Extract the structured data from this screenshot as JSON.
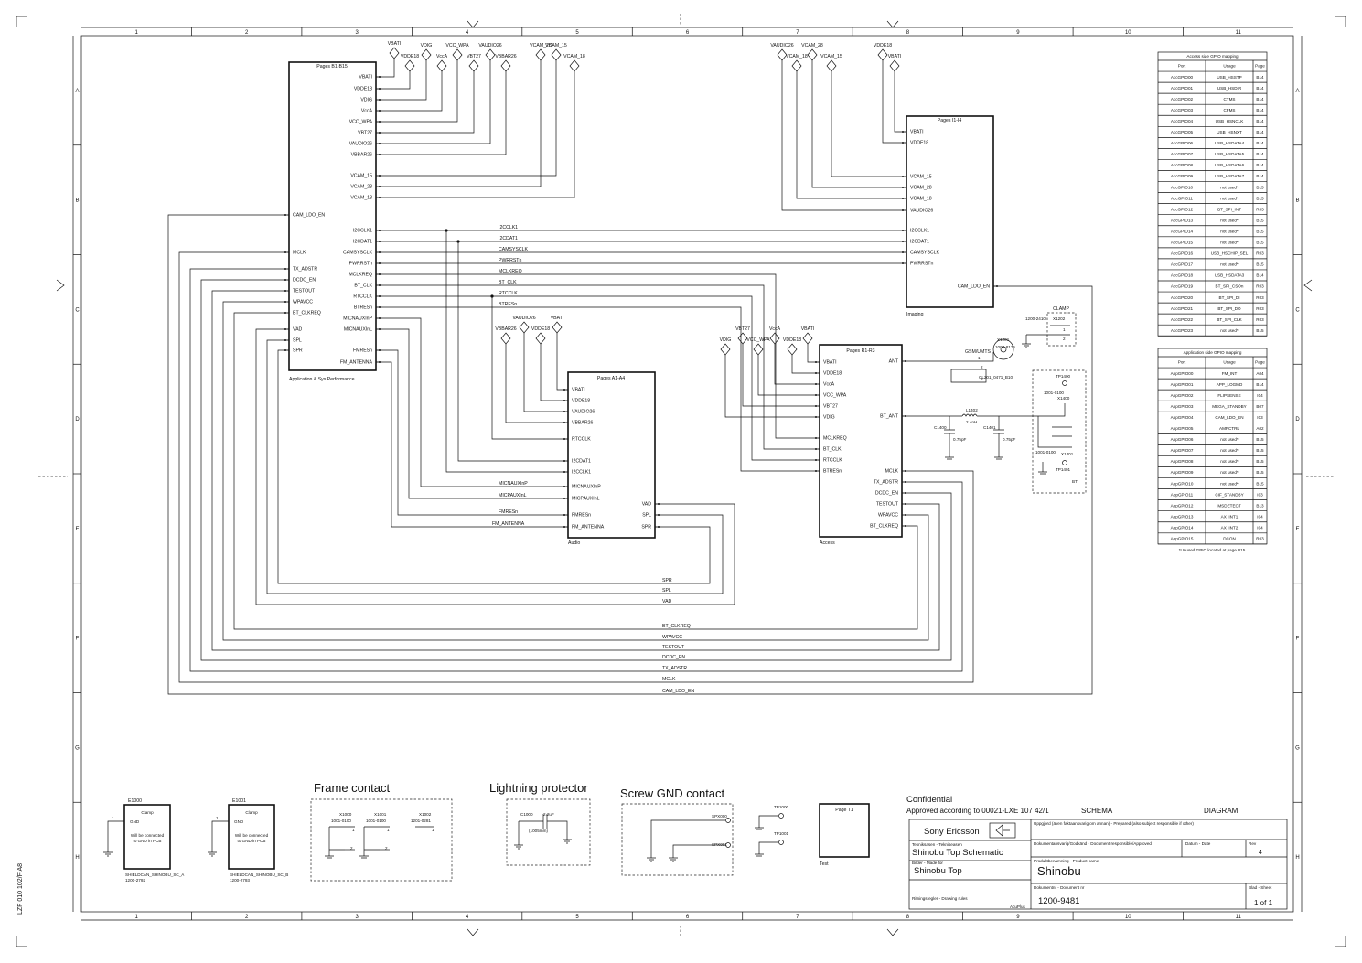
{
  "frame": {
    "cols": [
      "1",
      "2",
      "3",
      "4",
      "5",
      "6",
      "7",
      "8",
      "9",
      "10",
      "11"
    ],
    "rows": [
      "A",
      "B",
      "C",
      "D",
      "E",
      "F",
      "G",
      "H"
    ],
    "margin_code": "LZF 010 102/F A8"
  },
  "blocks": {
    "app": {
      "title": "Pages B1-B15",
      "caption": "Application & Sys Performance",
      "left": [
        "CAM_LDO_EN",
        "MCLK",
        "TX_ADSTR",
        "DCDC_EN",
        "TESTOUT",
        "WPAVCC",
        "BT_CLKREQ",
        "VAD",
        "SPL",
        "SPR"
      ],
      "right": [
        "VBATI",
        "VDDE18",
        "VDIG",
        "VccA",
        "VCC_WPA",
        "VBT27",
        "VAUDIO26",
        "VBBAR26",
        "VCAM_15",
        "VCAM_28",
        "VCAM_18",
        "I2CCLK1",
        "I2CDAT1",
        "CAMSYSCLK",
        "PWRRSTn",
        "MCLKREQ",
        "BT_CLK",
        "RTCCLK",
        "BTRESn",
        "MICNAUXInP",
        "MICNAUXInL",
        "FMRESn",
        "FM_ANTENNA"
      ]
    },
    "imaging": {
      "title": "Pages I1-I4",
      "caption": "Imaging",
      "left": [
        "VBATI",
        "VDDE18",
        "VCAM_15",
        "VCAM_28",
        "VCAM_18",
        "VAUDIO26",
        "I2CCLK1",
        "I2CDAT1",
        "CAMSYSCLK",
        "PWRRSTn"
      ],
      "right": [
        "CAM_LDO_EN"
      ]
    },
    "audio": {
      "title": "Pages A1-A4",
      "caption": "Audio",
      "left": [
        "VBATI",
        "VDDE18",
        "VAUDIO26",
        "VBBAR26",
        "RTCCLK",
        "I2CDAT1",
        "I2CCLK1",
        "MICNAUXInP",
        "MICPAUXInL",
        "FMRESn",
        "FM_ANTENNA"
      ],
      "right": [
        "VAD",
        "SPL",
        "SPR"
      ]
    },
    "access": {
      "title": "Pages R1-R3",
      "caption": "Access",
      "left": [
        "VBATI",
        "VDDE18",
        "VccA",
        "VCC_WPA",
        "VBT27",
        "VDIG",
        "MCLKREQ",
        "BT_CLK",
        "RTCCLK",
        "BTRESn"
      ],
      "right": [
        "ANT",
        "BT_ANT",
        "MCLK",
        "TX_ADSTR",
        "DCDC_EN",
        "TESTOUT",
        "WPAVCC",
        "BT_CLKREQ"
      ]
    },
    "test": {
      "title": "Page T1",
      "caption": "Test"
    }
  },
  "ports": {
    "app_top": [
      "VBATI",
      "VDDE18",
      "VDIG",
      "VccA",
      "VCC_WPA",
      "VBT27",
      "VAUDIO26",
      "VBBAR26",
      "VCAM_28",
      "VCAM_18"
    ],
    "img_top": [
      "VAUDIO26",
      "VCAM_18",
      "VCAM_28",
      "VCAM_15",
      "VDDE18",
      "VBATI"
    ],
    "aud_top": [
      "VBBAR26",
      "VAUDIO26",
      "VDDE18",
      "VBATI"
    ],
    "acc_top": [
      "VDIG",
      "VBT27",
      "VCC_WPA",
      "VccA",
      "VDDE18",
      "VBATI"
    ]
  },
  "nets": {
    "mid": [
      "I2CCLK1",
      "I2CDAT1",
      "CAMSYSCLK",
      "PWRRSTn",
      "MCLKREQ",
      "BT_CLK",
      "RTCCLK",
      "BTRESn",
      "MICNAUXInP",
      "MICPAUXInL",
      "FMRESn",
      "FM_ANTENNA"
    ],
    "bottom": [
      "SPR",
      "SPL",
      "VAD",
      "BT_CLKREQ",
      "WPAVCC",
      "TESTOUT",
      "DCDC_EN",
      "TX_ADSTR",
      "MCLK",
      "CAM_LDO_EN"
    ]
  },
  "rf": {
    "clamp": "CLAMP",
    "clamp_pn": "1200-2410",
    "clamp_ref": "X1202",
    "gsm_label": "GSM/UMTS",
    "gsm_ref": "X1201",
    "gsm_pn": "1000-8175",
    "coupler": "CL201_0471_B10",
    "l_ref": "L1402",
    "l_val": "2.4nH",
    "c1_ref": "C1400",
    "c1_val": "0.75pF",
    "c2_ref": "C1401",
    "c2_val": "0.75pF",
    "tp_top": "TP1400",
    "pn_top": "1001-0100",
    "ref_top": "X1400",
    "pn_bot": "1001-0100",
    "ref_bot": "X1401",
    "tp_bot": "TP1401",
    "bt_label": "BT"
  },
  "tables": {
    "acc": {
      "title": "Access side GPIO mapping",
      "headers": [
        "Port",
        "Usage",
        "Page"
      ],
      "rows": [
        [
          "AccGPIO00",
          "USB_HSSTP",
          "B14"
        ],
        [
          "AccGPIO01",
          "USB_HSDIR",
          "B14"
        ],
        [
          "AccGPIO02",
          "CTMS",
          "B14"
        ],
        [
          "AccGPIO03",
          "CFMS",
          "B14"
        ],
        [
          "AccGPIO04",
          "USB_HSNCLK",
          "B14"
        ],
        [
          "AccGPIO05",
          "USB_HSNXT",
          "B14"
        ],
        [
          "AccGPIO06",
          "USB_HSDATA4",
          "B14"
        ],
        [
          "AccGPIO07",
          "USB_HSDATA5",
          "B14"
        ],
        [
          "AccGPIO08",
          "USB_HSDATA6",
          "B14"
        ],
        [
          "AccGPIO09",
          "USB_HSDATA7",
          "B14"
        ],
        [
          "AccGPIO10",
          "not used*",
          "B15"
        ],
        [
          "AccGPIO11",
          "not used*",
          "B15"
        ],
        [
          "AccGPIO12",
          "BT_SPI_INT",
          "R03"
        ],
        [
          "AccGPIO13",
          "not used*",
          "B15"
        ],
        [
          "AccGPIO14",
          "not used*",
          "B15"
        ],
        [
          "AccGPIO15",
          "not used*",
          "B15"
        ],
        [
          "AccGPIO16",
          "USB_HSCHIP_SEL",
          "R03"
        ],
        [
          "AccGPIO17",
          "not used*",
          "B15"
        ],
        [
          "AccGPIO18",
          "USB_HSDATA3",
          "B14"
        ],
        [
          "AccGPIO19",
          "BT_SPI_CSOn",
          "R03"
        ],
        [
          "AccGPIO20",
          "BT_SPI_DI",
          "R03"
        ],
        [
          "AccGPIO21",
          "BT_SPI_DO",
          "R03"
        ],
        [
          "AccGPIO22",
          "BT_SPI_CLK",
          "R03"
        ],
        [
          "AccGPIO23",
          "not used*",
          "B15"
        ]
      ]
    },
    "app": {
      "title": "Application side GPIO mapping",
      "headers": [
        "Port",
        "Usage",
        "Page"
      ],
      "rows": [
        [
          "AppGPIO00",
          "FM_INT",
          "A04"
        ],
        [
          "AppGPIO01",
          "APP_LOGMD",
          "B14"
        ],
        [
          "AppGPIO02",
          "FLIPSENSE",
          "I04"
        ],
        [
          "AppGPIO03",
          "MEGA_STANDBY",
          "B07"
        ],
        [
          "AppGPIO04",
          "CAM_LDO_EN",
          "I03"
        ],
        [
          "AppGPIO05",
          "AMPCTRL",
          "A02"
        ],
        [
          "AppGPIO06",
          "not used*",
          "B15"
        ],
        [
          "AppGPIO07",
          "not used*",
          "B15"
        ],
        [
          "AppGPIO08",
          "not used*",
          "B15"
        ],
        [
          "AppGPIO09",
          "not used*",
          "B15"
        ],
        [
          "AppGPIO10",
          "not used*",
          "B15"
        ],
        [
          "AppGPIO11",
          "CIF_STANDBY",
          "I03"
        ],
        [
          "AppGPIO12",
          "MSDETECT",
          "B13"
        ],
        [
          "AppGPIO13",
          "AX_INT1",
          "I04"
        ],
        [
          "AppGPIO14",
          "AX_INT2",
          "I04"
        ],
        [
          "AppGPIO15",
          "DCON",
          "R03"
        ]
      ],
      "note": "*Unused GPIO located at page B15"
    }
  },
  "bottom": {
    "e1000": {
      "ref": "E1000",
      "type": "Clamp",
      "pin": "GND",
      "n1": "1",
      "note1": "Will be connected",
      "note2": "to GND in PCB",
      "name": "SHIELDCAN_SHINOBU_SC_A",
      "pn": "1200-2792"
    },
    "e1001": {
      "ref": "E1001",
      "type": "Clamp",
      "pin": "GND",
      "n1": "1",
      "note1": "Will be connected",
      "note2": "to GND in PCB",
      "name": "SHIELDCAN_SHINOBU_SC_B",
      "pn": "1200-2793"
    },
    "frame": {
      "title": "Frame contact",
      "refs": [
        "X1000",
        "X1001",
        "X1002"
      ],
      "pns": [
        "1001-0100",
        "1001-0100",
        "1201-0281"
      ],
      "n1": "1",
      "n2": "2"
    },
    "lightning": {
      "title": "Lightning protector",
      "ref": "C1000",
      "val": "2.2uF",
      "size": "(1005mm)"
    },
    "screw": {
      "title": "Screw GND contact",
      "refs": [
        "SPX000",
        "SPX001"
      ]
    },
    "tps": [
      "TP1000",
      "TP1001"
    ]
  },
  "titleblock": {
    "confidential": "Confidential",
    "approved": "Approved according to 00021-LXE 107 42/1",
    "schema": "SCHEMA",
    "diagram": "DIAGRAM",
    "company": "Sony Ericsson",
    "prep_label": "Uppgjord (även faktaansvarig om annan) - Prepared (also subject responsible if other)",
    "resp_label": "Dokumentansvarig/Godkänd - Document responsible/Approved",
    "date_label": "Datum - Date",
    "rev_label": "Rev",
    "rev": "4",
    "designer_label": "Tekniksasen - Tekniseasen",
    "title": "Shinobu Top Schematic",
    "made_for_label": "Bilder - Made for",
    "made_for": "Shinobu Top",
    "prod_label": "Produktbenamning - Product name",
    "prod": "Shinobu",
    "rules_label": "Ritningsregler - Drawing rules",
    "docno_label": "Dokumentnr - Document nr",
    "docno": "1200-9481",
    "sheet_label": "Blad - Sheet",
    "sheet": "1 of 1",
    "tool": "AcuPlus"
  }
}
